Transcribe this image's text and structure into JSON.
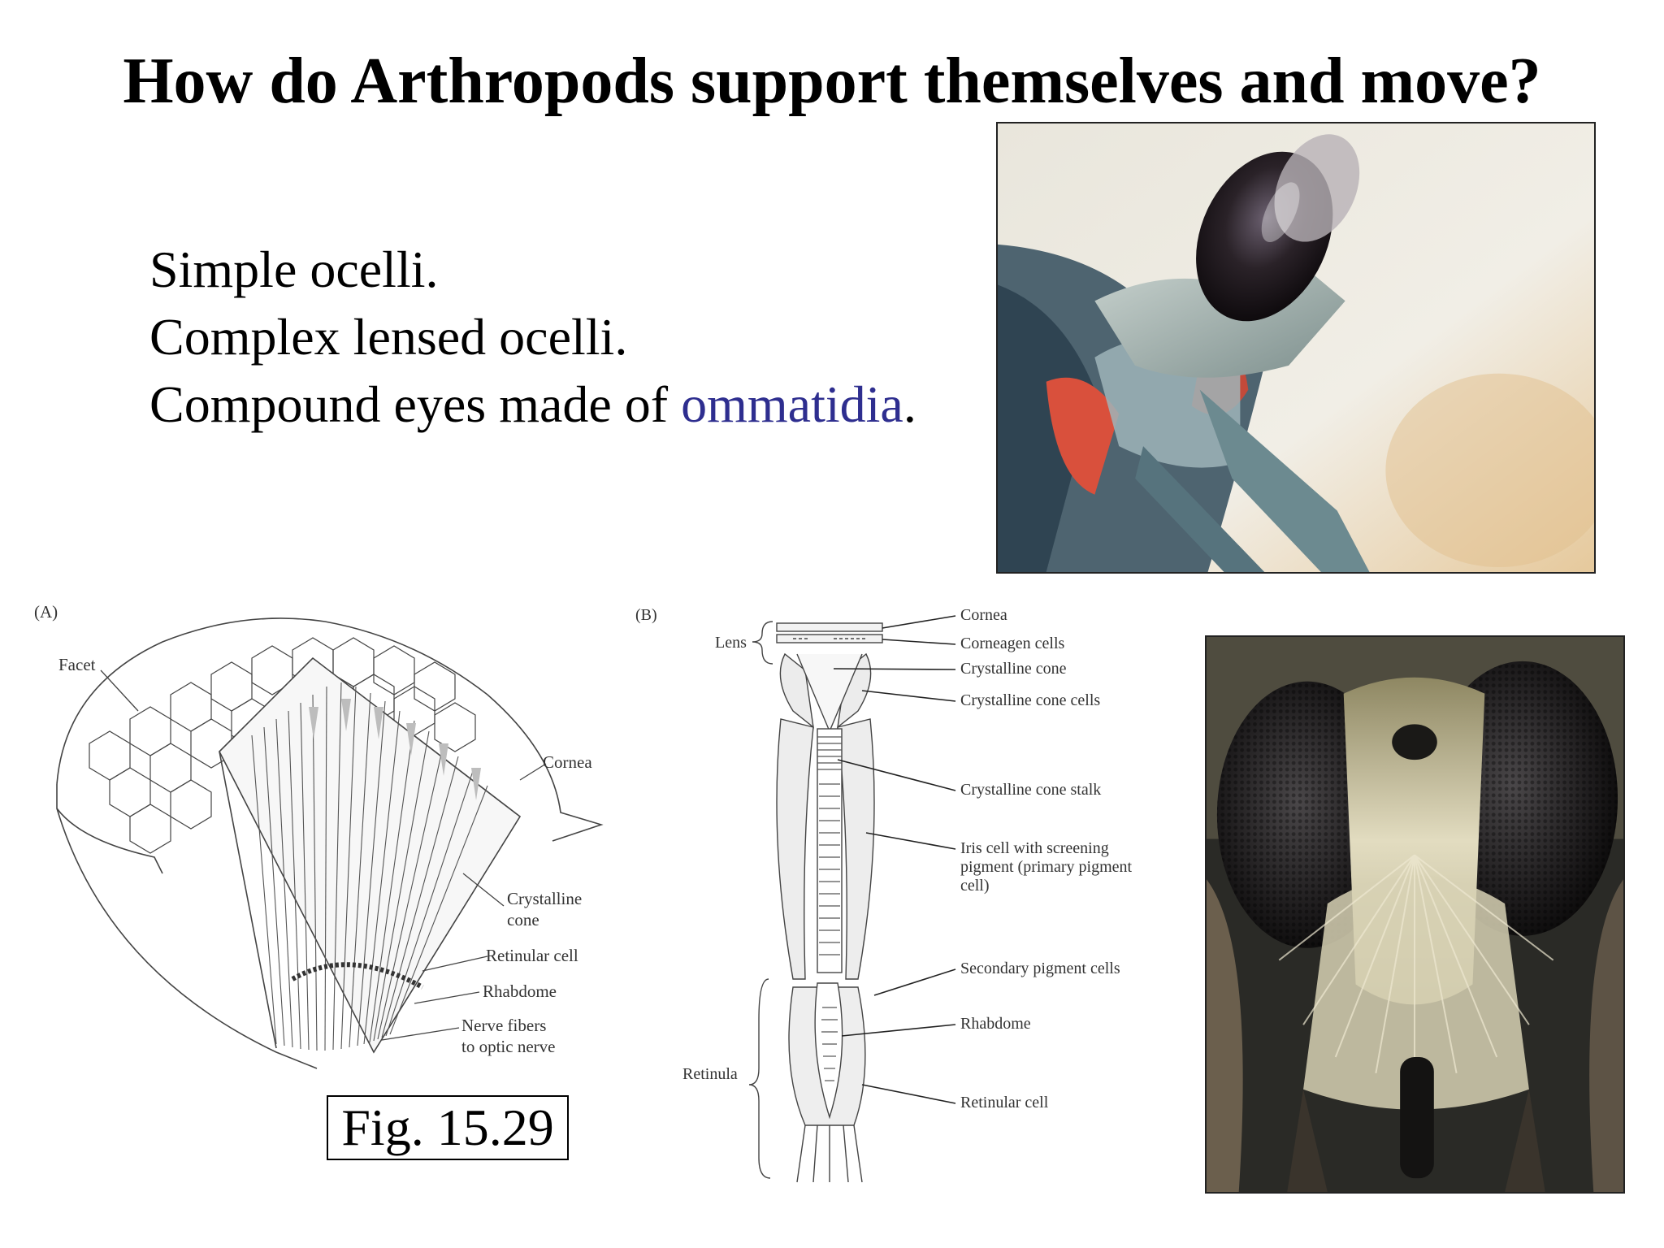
{
  "slide": {
    "title": "How do Arthropods support themselves and move?",
    "bullets": {
      "line1": "Simple ocelli.",
      "line2": "Complex lensed ocelli.",
      "line3_prefix": "Compound eyes made of ",
      "line3_highlight": "ommatidia",
      "line3_suffix": "."
    },
    "highlight_color": "#2e2e8f",
    "caption": "Fig. 15.29"
  },
  "diagram_a": {
    "panel_label": "(A)",
    "labels": {
      "facet": "Facet",
      "cornea": "Cornea",
      "crystalline_cone_1": "Crystalline",
      "crystalline_cone_2": "cone",
      "retinular_cell": "Retinular cell",
      "rhabdome": "Rhabdome",
      "nerve_fibers_1": "Nerve fibers",
      "nerve_fibers_2": "to optic nerve"
    }
  },
  "diagram_b": {
    "panel_label": "(B)",
    "labels": {
      "lens": "Lens",
      "retinula": "Retinula",
      "cornea": "Cornea",
      "corneagen_cells": "Corneagen cells",
      "crystalline_cone": "Crystalline cone",
      "crystalline_cone_cells": "Crystalline cone cells",
      "crystalline_cone_stalk": "Crystalline cone stalk",
      "iris_cell_1": "Iris cell with screening",
      "iris_cell_2": "pigment (primary pigment",
      "iris_cell_3": "cell)",
      "secondary_pigment_cells": "Secondary pigment cells",
      "rhabdome": "Rhabdome",
      "retinular_cell": "Retinular cell"
    }
  }
}
